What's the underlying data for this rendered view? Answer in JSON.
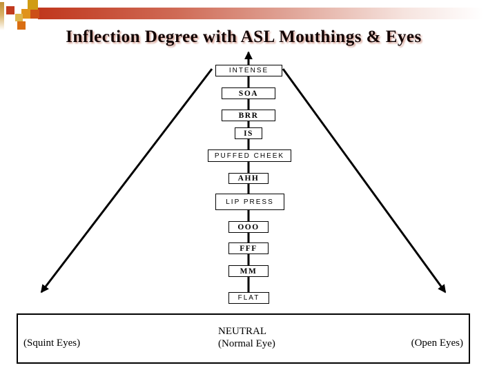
{
  "slide": {
    "title": "Inflection Degree with ASL Mouthings & Eyes"
  },
  "diagram": {
    "boxes": [
      {
        "label": "INTENSE"
      },
      {
        "label": "SOA"
      },
      {
        "label": "BRR"
      },
      {
        "label": "IS"
      },
      {
        "label": "PUFFED CHEEK"
      },
      {
        "label": "AHH"
      },
      {
        "label": "LIP PRESS"
      },
      {
        "label": "OOO"
      },
      {
        "label": "FFF"
      },
      {
        "label": "MM"
      },
      {
        "label": "FLAT"
      }
    ],
    "bottom_labels": {
      "left": "(Squint Eyes)",
      "center_line1": "NEUTRAL",
      "center_line2": "(Normal Eye)",
      "right": "(Open Eyes)"
    }
  },
  "decor": {
    "colors": {
      "banner_red": "#c0371d",
      "gold": "#d09c13",
      "dark_red": "#c13a1e",
      "orange": "#e0931c",
      "red_orange": "#cc4f17",
      "khaki": "#ddb64e",
      "bottom_orange": "#d96e12",
      "line_black": "#000000",
      "background": "#ffffff"
    }
  }
}
